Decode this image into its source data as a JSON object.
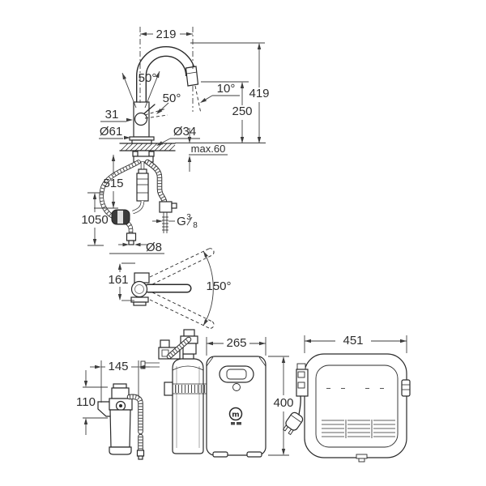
{
  "colors": {
    "background": "#ffffff",
    "line": "#2a2a2a",
    "dimension": "#3d3d3d"
  },
  "faucet": {
    "spout_reach": "219",
    "total_height": "419",
    "outlet_height": "250",
    "handle_angle_a": "50°",
    "handle_angle_b": "50°",
    "spray_angle": "10°",
    "handle_width": "31",
    "base_diameter": "Ø61",
    "hole_diameter": "Ø34",
    "counter_thickness": "max.60"
  },
  "under_sink": {
    "hose_length_short": "515",
    "hose_length_long": "1050",
    "thread_letter": "G",
    "thread_numerator": "3",
    "thread_denominator": "8",
    "hose_diameter": "Ø8"
  },
  "swivel": {
    "spout_height": "161",
    "swivel_range": "150°"
  },
  "filter": {
    "width": "145",
    "head_height": "110"
  },
  "cooler_front": {
    "width": "265",
    "height": "400",
    "logo_letter": "m"
  },
  "cooler_side": {
    "depth": "451"
  }
}
